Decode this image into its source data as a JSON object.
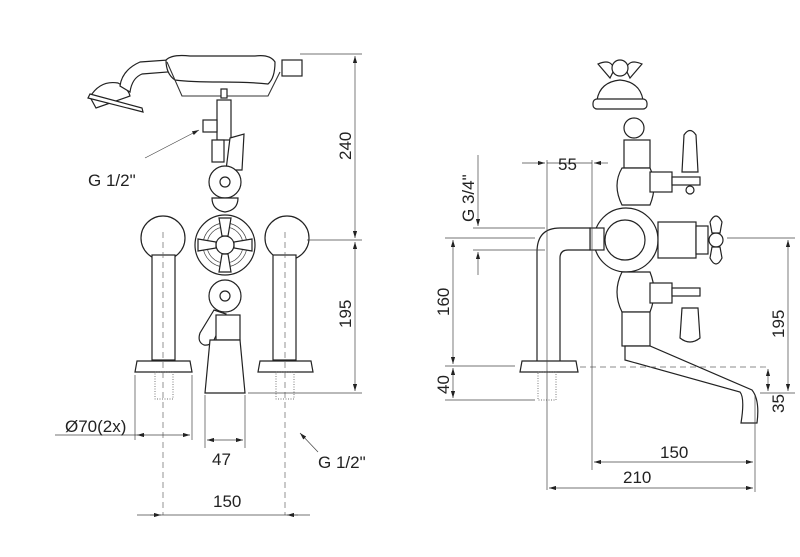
{
  "front_view": {
    "dim_height_upper": "240",
    "dim_height_lower": "195",
    "dim_leg_centers": "150",
    "dim_spout_width": "47",
    "dim_base_diameter": "Ø70(2x)",
    "thread_handshower": "G 1/2\"",
    "thread_inlet": "G 1/2\""
  },
  "side_view": {
    "dim_offset": "55",
    "thread_outlet": "G 3/4\"",
    "dim_height_160": "160",
    "dim_height_40": "40",
    "dim_height_195": "195",
    "dim_spout_drop": "35",
    "dim_projection_150": "150",
    "dim_projection_210": "210"
  }
}
